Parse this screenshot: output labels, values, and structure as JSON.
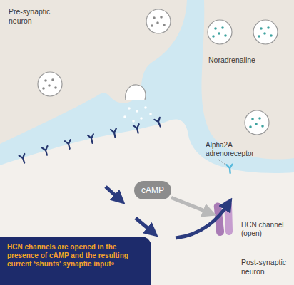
{
  "diagram": {
    "nodes": [
      {
        "text": [
          "Pre-synaptic neuron"
        ]
      },
      {
        "text": [
          "Noradrenaline"
        ]
      },
      {
        "text": [
          "Post-synaptic neuron"
        ]
      },
      {
        "text": [
          "cAMP"
        ],
        "in": 2
      },
      {
        "text": [
          "HCN channel (open)"
        ],
        "in": 2
      },
      {
        "text": [
          "HCN channels are opened in the presence of cAMP and the resulting current ‘shunts’ synaptic input⁹"
        ]
      }
    ],
    "edges": [
      {
        "from": 3,
        "to": 4,
        "arrow": "to"
      }
    ],
    "labels": [
      "Alpha2A adrenoreceptor"
    ]
  }
}
